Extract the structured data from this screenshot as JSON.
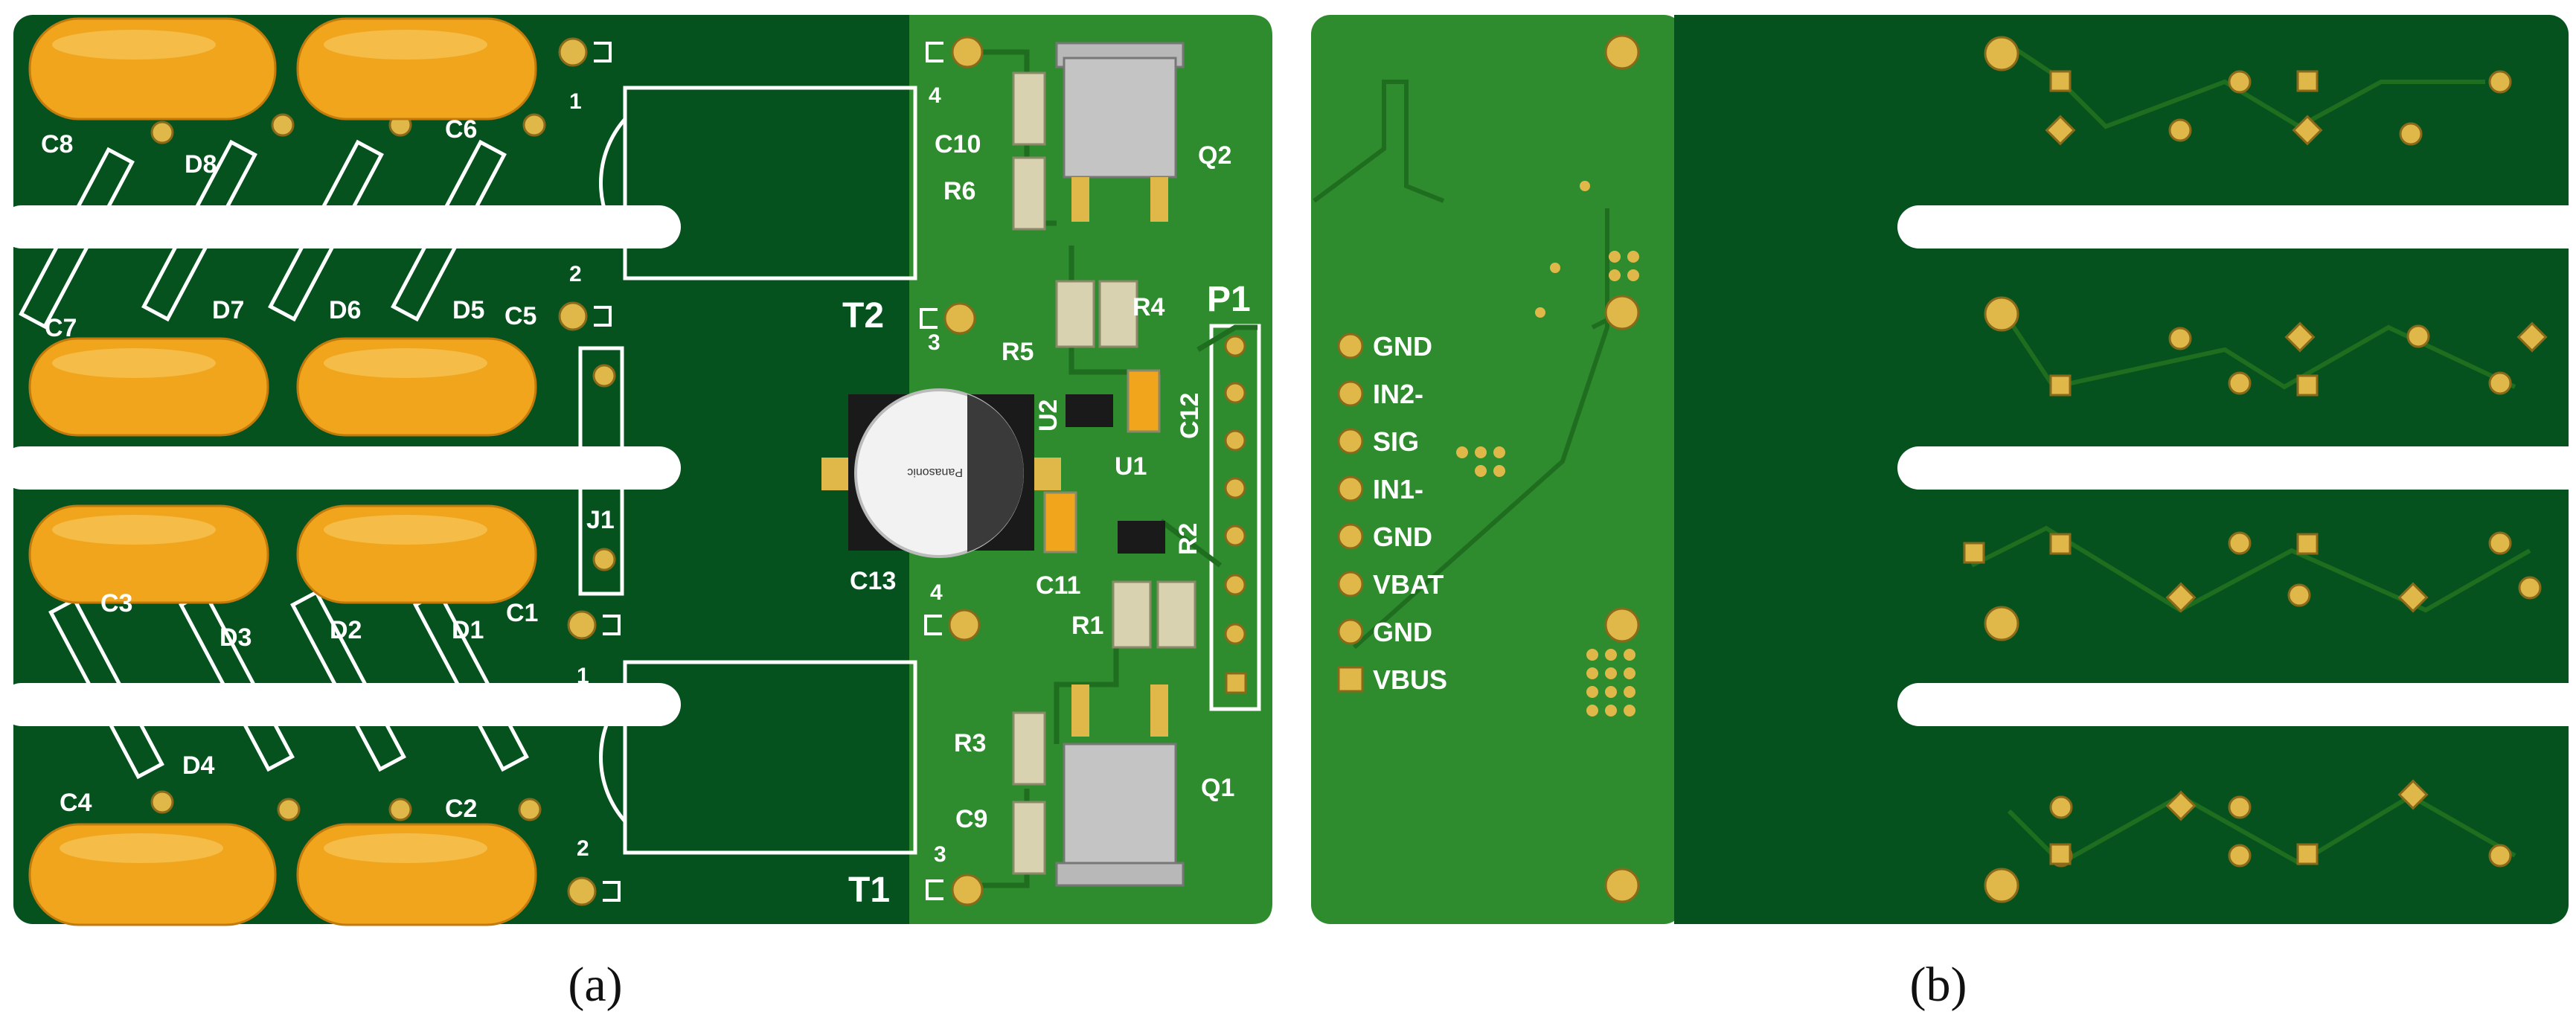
{
  "colors": {
    "board_light": "#2e8b2e",
    "board_dark": "#05521f",
    "copper": "#e0b84a",
    "cap_body": "#f0a51c",
    "silk": "#ffffff",
    "background": "#ffffff"
  },
  "captions": {
    "a": "(a)",
    "b": "(b)"
  },
  "board_a": {
    "labels": {
      "c8": "C8",
      "d8": "D8",
      "c6": "C6",
      "c7": "C7",
      "d7": "D7",
      "d6": "D6",
      "d5": "D5",
      "c5": "C5",
      "c3": "C3",
      "d3": "D3",
      "d2": "D2",
      "d1": "D1",
      "c1": "C1",
      "c4": "C4",
      "d4": "D4",
      "c2": "C2",
      "j1": "J1",
      "t2": "T2",
      "t1": "T1",
      "t2_pin1": "1",
      "t2_pin2": "2",
      "t2_pin3": "3",
      "t2_pin4": "4",
      "t1_pin1": "1",
      "t1_pin2": "2",
      "t1_pin3": "3",
      "t1_pin4": "4",
      "c10": "C10",
      "r6": "R6",
      "q2": "Q2",
      "r4": "R4",
      "r5": "R5",
      "u2": "U2",
      "c12": "C12",
      "p1": "P1",
      "u1": "U1",
      "r2": "R2",
      "c11": "C11",
      "r1": "R1",
      "c13": "C13",
      "r3": "R3",
      "c9": "C9",
      "q1": "Q1",
      "c13_brand": "Panasonic"
    }
  },
  "board_b": {
    "pin_labels": [
      "GND",
      "IN2-",
      "SIG",
      "IN1-",
      "GND",
      "VBAT",
      "GND",
      "VBUS"
    ]
  }
}
